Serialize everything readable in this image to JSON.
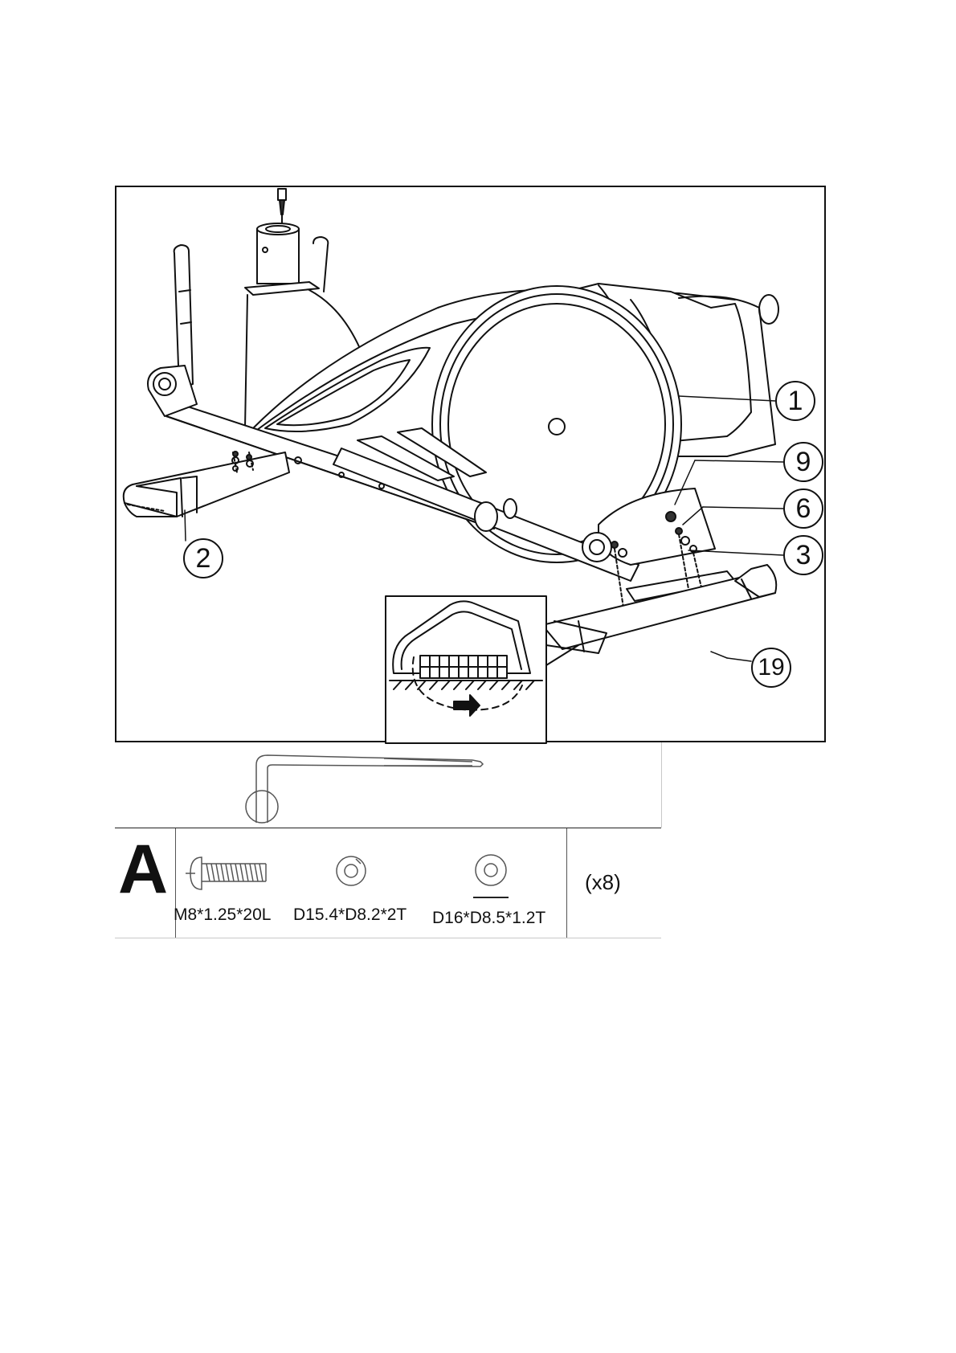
{
  "callouts": {
    "c1": "1",
    "c9": "9",
    "c6": "6",
    "c3": "3",
    "c2": "2",
    "c19": "19"
  },
  "hardware": {
    "letter": "A",
    "bolt_spec": "M8*1.25*20L",
    "spring_washer_spec": "D15.4*D8.2*2T",
    "flat_washer_spec": "D16*D8.5*1.2T",
    "quantity": "(x8)"
  }
}
